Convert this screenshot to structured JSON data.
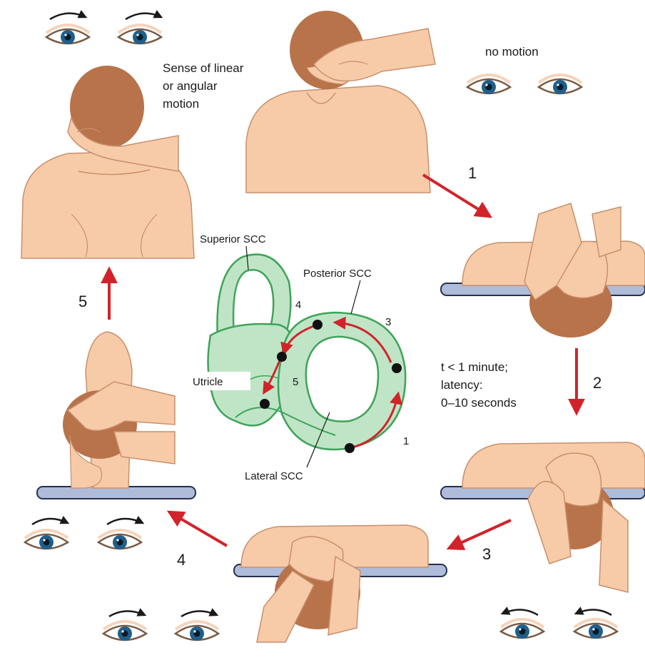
{
  "labels": {
    "sense_line1": "Sense of linear",
    "sense_line2": "or angular",
    "sense_line3": "motion",
    "no_motion": "no motion",
    "superior_scc": "Superior SCC",
    "posterior_scc": "Posterior SCC",
    "utricle": "Utricle",
    "lateral_scc": "Lateral SCC",
    "timing_line1": "t < 1 minute;",
    "timing_line2": "latency:",
    "timing_line3": "0–10 seconds"
  },
  "steps": [
    "1",
    "2",
    "3",
    "4",
    "5"
  ],
  "canal_points": [
    "1",
    "3",
    "4",
    "5"
  ],
  "icons": {
    "eye": "eye-icon",
    "rotation_right": "clockwise-arrow-icon",
    "rotation_left": "counterclockwise-arrow-icon"
  },
  "colors": {
    "skin": "#f7cba8",
    "hair": "#b8734a",
    "canal": "#bfe5c6",
    "canal_outline": "#3fa35a",
    "arrow": "#d2232a",
    "table": "#aebcd9"
  }
}
